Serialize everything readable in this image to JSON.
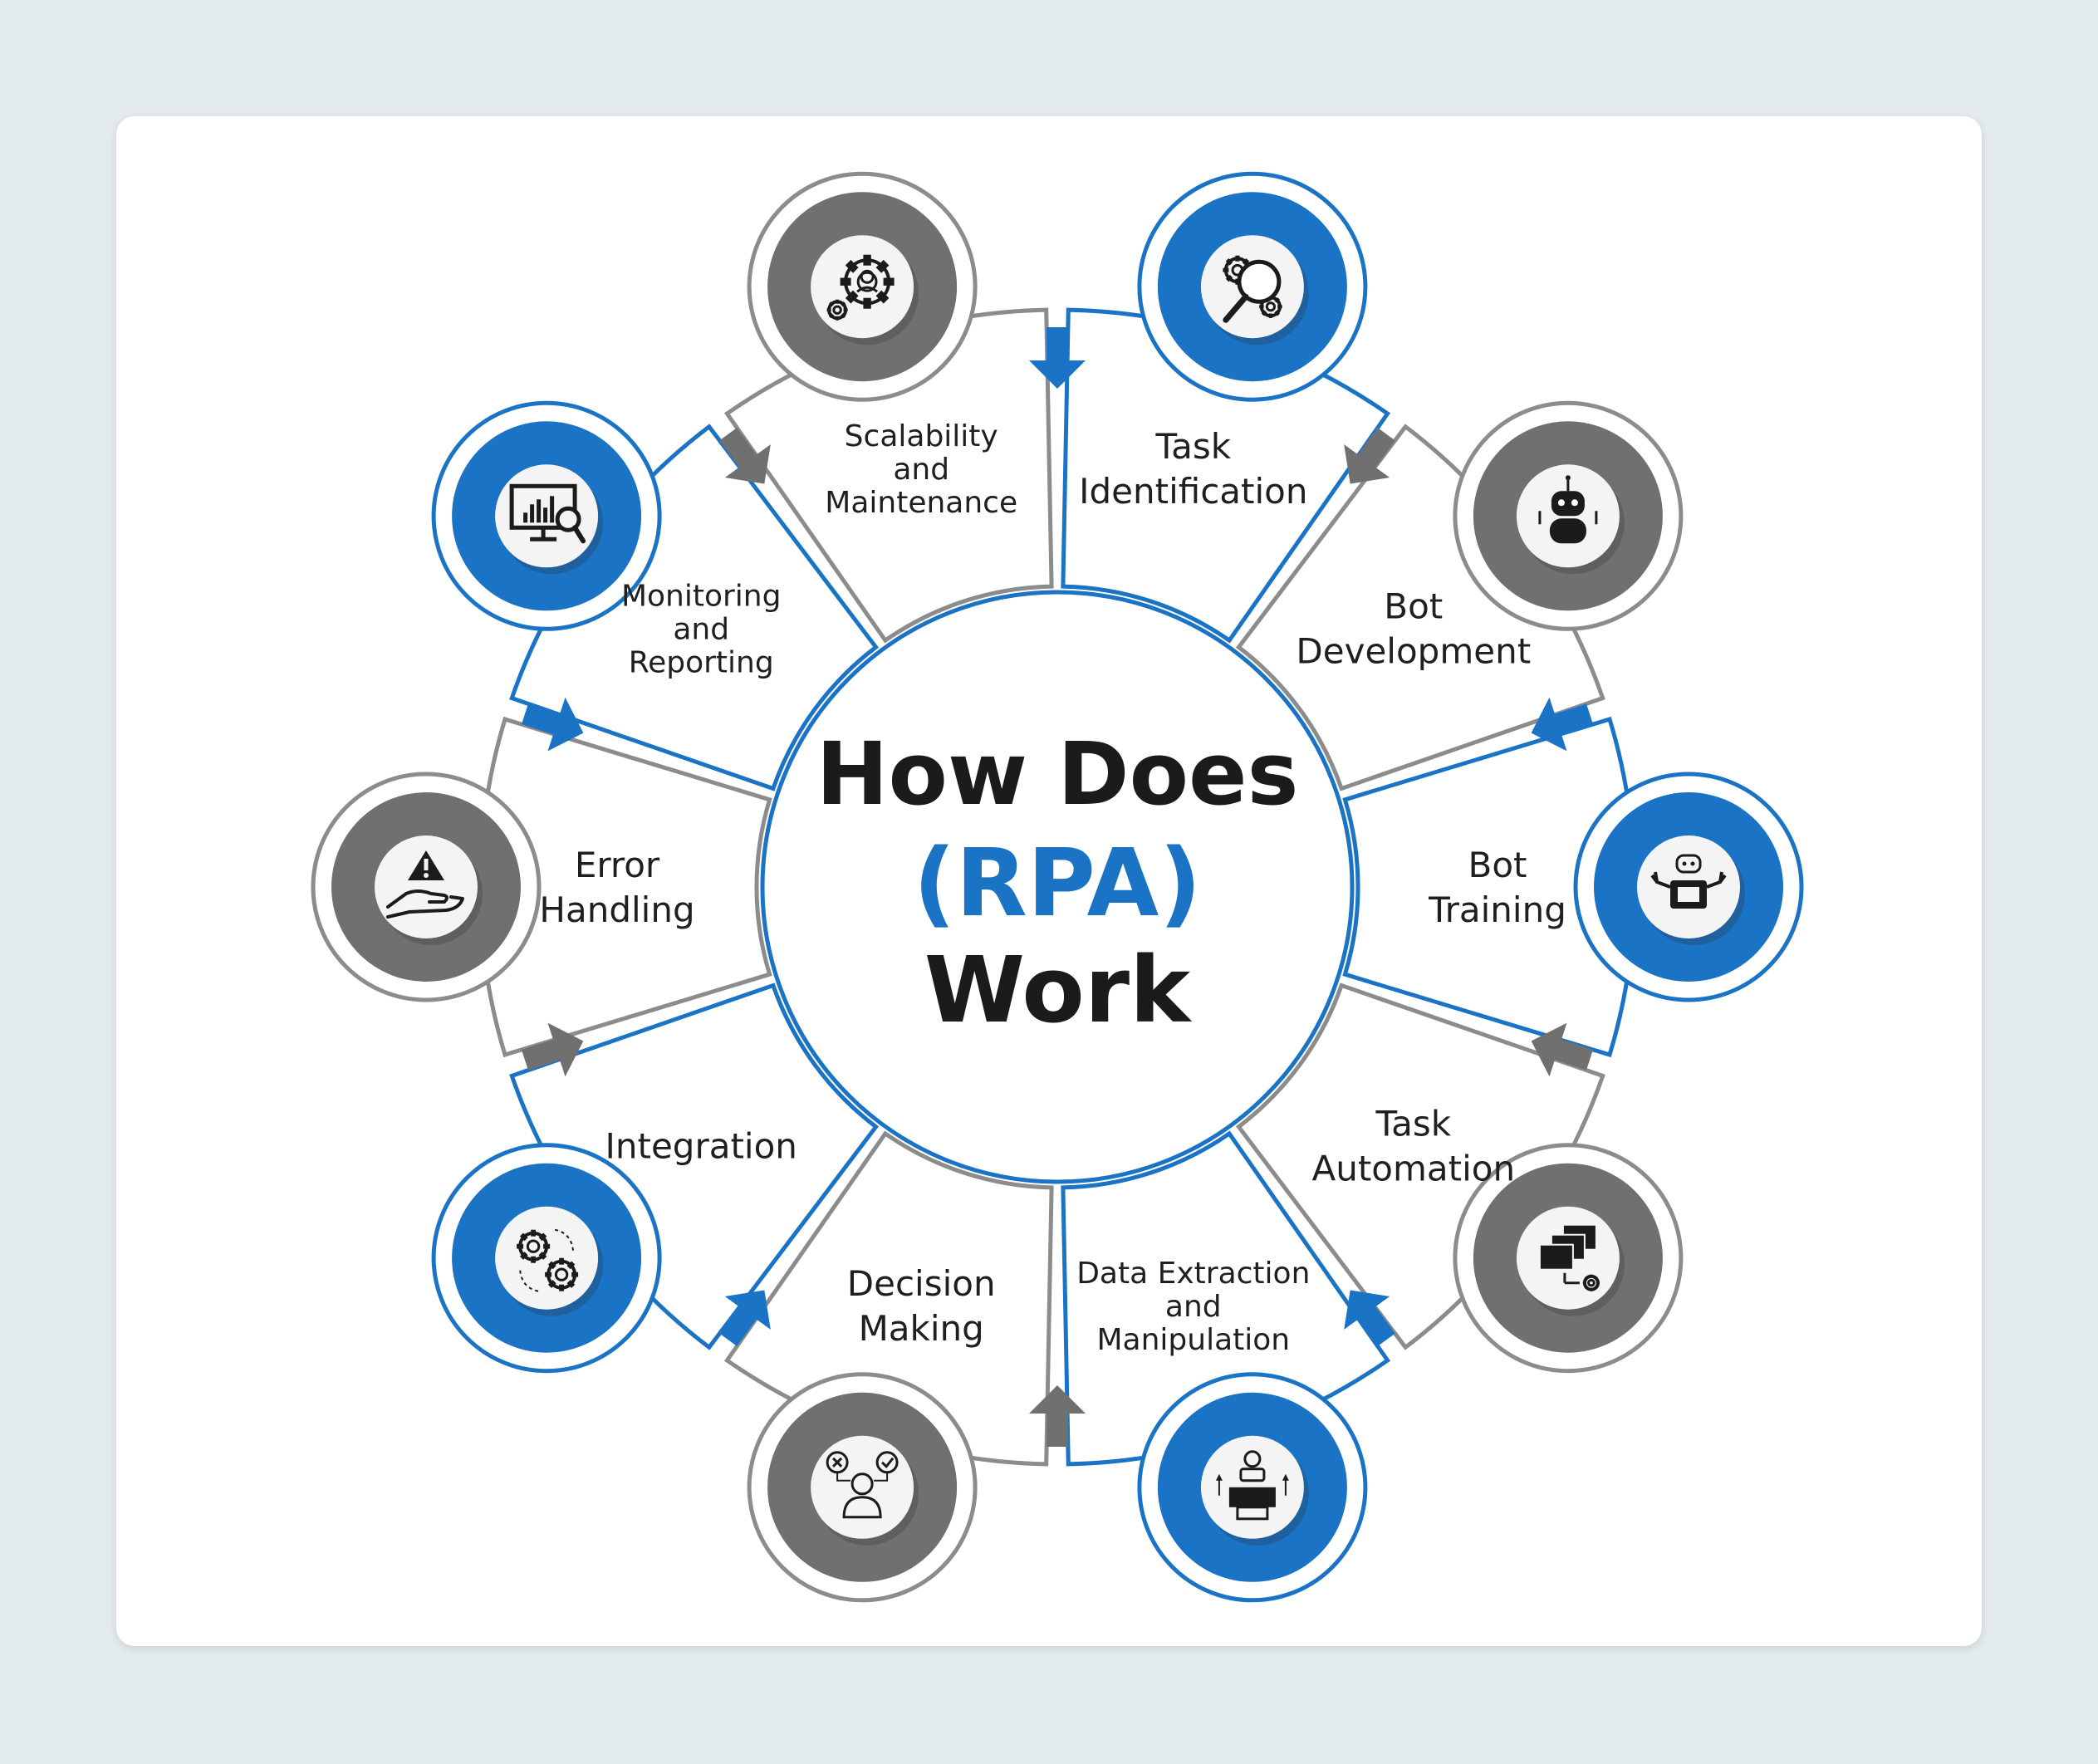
{
  "title": {
    "line1": "How Does",
    "line2": "(RPA)",
    "line3": "Work"
  },
  "colors": {
    "blue": "#1a73c4",
    "gray": "#707070",
    "outline_gray": "#8c8c8c",
    "text": "#1f1f1f",
    "background": "#e3eaeb"
  },
  "steps": [
    {
      "lines": [
        "Task",
        "Identification"
      ],
      "accent": "blue",
      "icon": "task-search-gears-icon"
    },
    {
      "lines": [
        "Bot",
        "Development"
      ],
      "accent": "gray",
      "icon": "robot-icon"
    },
    {
      "lines": [
        "Bot",
        "Training"
      ],
      "accent": "blue",
      "icon": "robot-training-icon"
    },
    {
      "lines": [
        "Task",
        "Automation"
      ],
      "accent": "gray",
      "icon": "windows-automation-icon"
    },
    {
      "lines": [
        "Data Extraction",
        "and",
        "Manipulation"
      ],
      "accent": "blue",
      "icon": "data-extraction-robot-icon"
    },
    {
      "lines": [
        "Decision",
        "Making"
      ],
      "accent": "gray",
      "icon": "decision-person-icon"
    },
    {
      "lines": [
        "Integration"
      ],
      "accent": "blue",
      "icon": "integration-gears-icon"
    },
    {
      "lines": [
        "Error",
        "Handling"
      ],
      "accent": "gray",
      "icon": "warning-hand-icon"
    },
    {
      "lines": [
        "Monitoring",
        "and",
        "Reporting"
      ],
      "accent": "blue",
      "icon": "monitor-chart-icon"
    },
    {
      "lines": [
        "Scalability",
        "and",
        "Maintenance"
      ],
      "accent": "gray",
      "icon": "gear-person-icon"
    }
  ]
}
